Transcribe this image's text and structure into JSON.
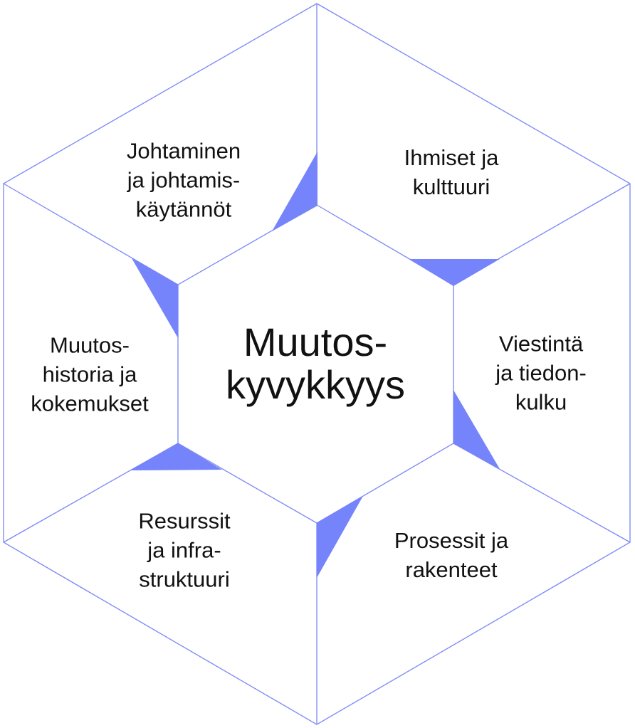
{
  "colors": {
    "line": "#7a86f8",
    "accent": "#7584fa",
    "text": "#111111"
  },
  "center": {
    "lines": [
      "Muutos-",
      "kyvykkyys"
    ]
  },
  "segments": [
    {
      "id": "johtaminen",
      "lines": [
        "Johtaminen",
        "ja johtamis-",
        "käytännöt"
      ]
    },
    {
      "id": "ihmiset",
      "lines": [
        "Ihmiset ja",
        "kulttuuri"
      ]
    },
    {
      "id": "viestinta",
      "lines": [
        "Viestintä",
        "ja tiedon-",
        "kulku"
      ]
    },
    {
      "id": "prosessit",
      "lines": [
        "Prosessit ja",
        "rakenteet"
      ]
    },
    {
      "id": "resurssit",
      "lines": [
        "Resurssit",
        "ja infra-",
        "struktuuri"
      ]
    },
    {
      "id": "muutoshistoria",
      "lines": [
        "Muutos-",
        "historia ja",
        "kokemukset"
      ]
    }
  ]
}
